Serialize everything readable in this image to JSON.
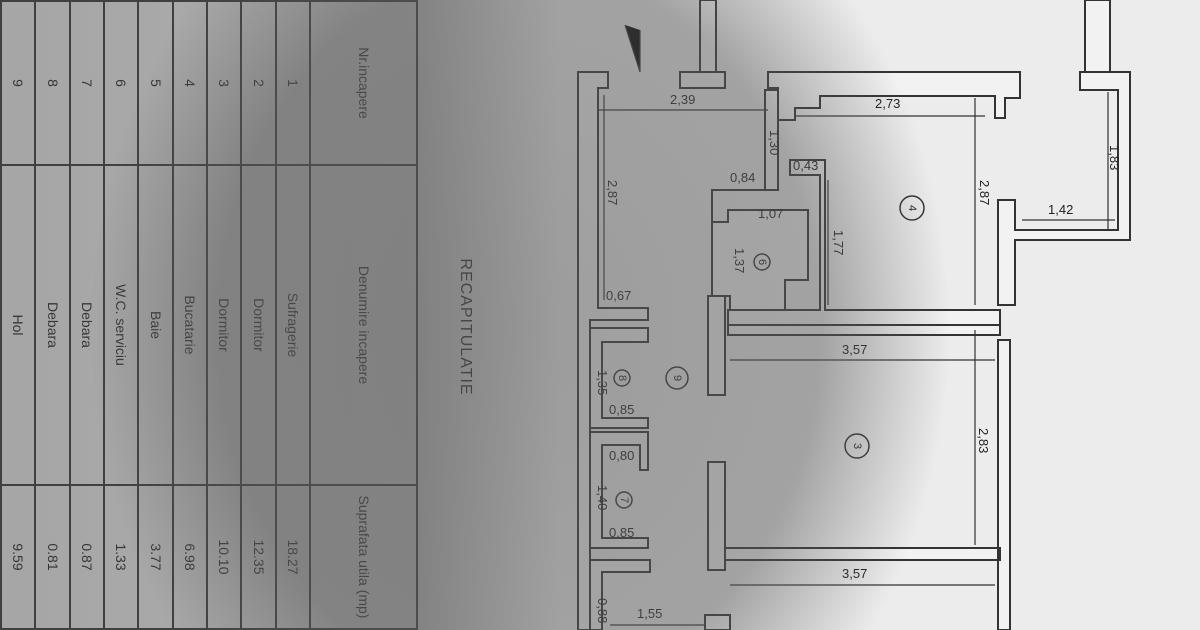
{
  "table": {
    "headers": [
      "Nr.incapere",
      "Denumire incapere",
      "Suprafata utila (mp)"
    ],
    "rows": [
      {
        "nr": "1",
        "name": "Sufragerie",
        "area": "18.27"
      },
      {
        "nr": "2",
        "name": "Dormitor",
        "area": "12.35"
      },
      {
        "nr": "3",
        "name": "Dormitor",
        "area": "10.10"
      },
      {
        "nr": "4",
        "name": "Bucatarie",
        "area": "6.98"
      },
      {
        "nr": "5",
        "name": "Baie",
        "area": "3.77"
      },
      {
        "nr": "6",
        "name": "W.C. serviciu",
        "area": "1.33"
      },
      {
        "nr": "7",
        "name": "Debara",
        "area": "0.87"
      },
      {
        "nr": "8",
        "name": "Debara",
        "area": "0.81"
      },
      {
        "nr": "9",
        "name": "Hol",
        "area": "9.59"
      }
    ]
  },
  "title": "RECAPITULATIE",
  "plan": {
    "dimensions": [
      "2,39",
      "2,73",
      "1,30",
      "0,43",
      "0,84",
      "1,07",
      "1,37",
      "1,77",
      "2,87",
      "2,87",
      "1,83",
      "1,42",
      "0,67",
      "3,57",
      "2,83",
      "3,57",
      "1,55",
      "0,85",
      "1,35",
      "0,80",
      "1,40",
      "0,85",
      "0,88"
    ],
    "rooms": [
      "4",
      "6",
      "9",
      "8",
      "3",
      "7"
    ]
  }
}
